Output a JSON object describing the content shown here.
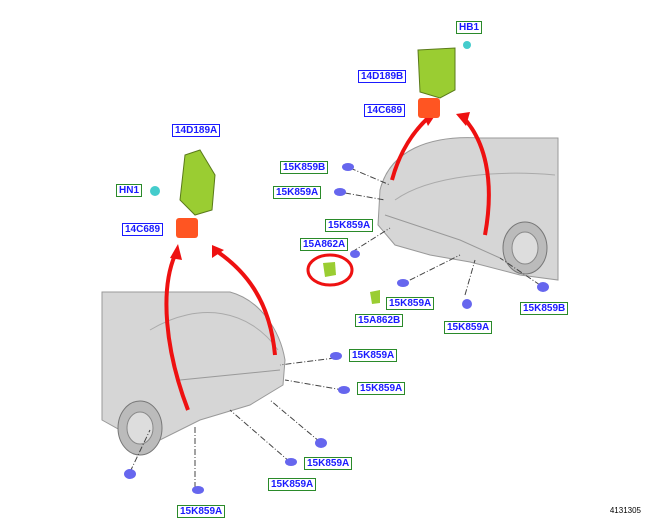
{
  "labels": {
    "hb1": "HB1",
    "d189b": "14D189B",
    "c689_top": "14C689",
    "d189a": "14D189A",
    "hn1": "HN1",
    "c689_left": "14C689",
    "k859b_1": "15K859B",
    "k859a_1": "15K859A",
    "k859a_2": "15K859A",
    "a862a": "15A862A",
    "k859a_3": "15K859A",
    "a862b": "15A862B",
    "k859a_4": "15K859A",
    "k859b_2": "15K859B",
    "k859a_5": "15K859A",
    "k859a_6": "15K859A",
    "k859a_7": "15K859A",
    "k859a_8": "15K859A",
    "k859a_9": "15K859A"
  },
  "reference_number": "4131305",
  "colors": {
    "label_text": "#1a1aff",
    "green_border": "#2a8a2a",
    "arrow": "#ee1111",
    "bracket": "#9acd32",
    "module": "#ff5522",
    "sensor": "#6666ee"
  }
}
